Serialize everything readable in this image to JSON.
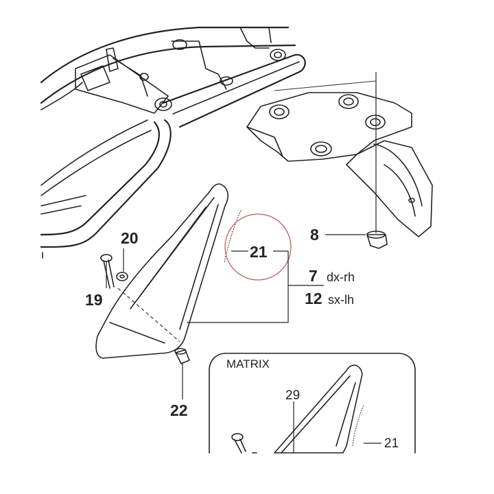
{
  "callouts": {
    "c21": "21",
    "c8": "8",
    "c20": "20",
    "c19": "19",
    "c7": "7",
    "c7_side": "dx-rh",
    "c12": "12",
    "c12_side": "sx-lh",
    "c22": "22"
  },
  "inset": {
    "title": "MATRIX",
    "c29": "29",
    "c21": "21"
  },
  "colors": {
    "line": "#222222",
    "highlight_circle": "#c0504d",
    "background": "#ffffff"
  }
}
